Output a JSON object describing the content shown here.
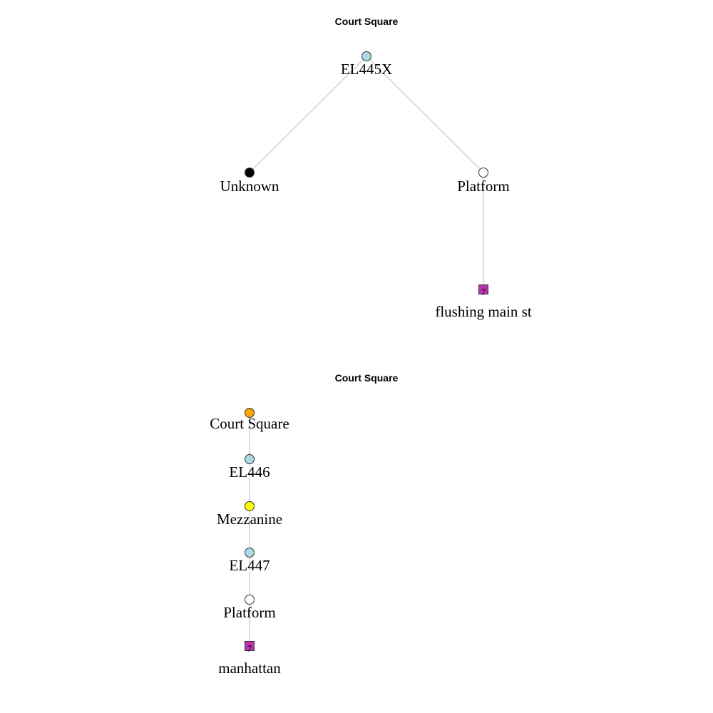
{
  "colors": {
    "elevator": "#add8e6",
    "unknown": "#000000",
    "platform": "#ffffff",
    "station": "#ffa500",
    "mezzanine": "#ffff00",
    "route_7": "#b933ad",
    "edge": "#c8c8c8"
  },
  "diagrams": [
    {
      "title": "Court Square",
      "nodes": [
        {
          "id": "EL445X",
          "label": "EL445X",
          "type": "elevator",
          "shape": "circle"
        },
        {
          "id": "Unknown",
          "label": "Unknown",
          "type": "unknown",
          "shape": "circle"
        },
        {
          "id": "Platform",
          "label": "Platform",
          "type": "platform",
          "shape": "circle"
        },
        {
          "id": "flushing",
          "label": "flushing main st",
          "type": "route_7",
          "shape": "square",
          "route": "7"
        }
      ],
      "edges": [
        [
          "EL445X",
          "Unknown"
        ],
        [
          "EL445X",
          "Platform"
        ],
        [
          "Platform",
          "flushing"
        ]
      ]
    },
    {
      "title": "Court Square",
      "nodes": [
        {
          "id": "CourtSquare",
          "label": "Court Square",
          "type": "station",
          "shape": "circle"
        },
        {
          "id": "EL446",
          "label": "EL446",
          "type": "elevator",
          "shape": "circle"
        },
        {
          "id": "Mezzanine",
          "label": "Mezzanine",
          "type": "mezzanine",
          "shape": "circle"
        },
        {
          "id": "EL447",
          "label": "EL447",
          "type": "elevator",
          "shape": "circle"
        },
        {
          "id": "Platform2",
          "label": "Platform",
          "type": "platform",
          "shape": "circle"
        },
        {
          "id": "manhattan",
          "label": "manhattan",
          "type": "route_7",
          "shape": "square",
          "route": "7"
        }
      ],
      "edges": [
        [
          "CourtSquare",
          "EL446"
        ],
        [
          "EL446",
          "Mezzanine"
        ],
        [
          "Mezzanine",
          "EL447"
        ],
        [
          "EL447",
          "Platform2"
        ],
        [
          "Platform2",
          "manhattan"
        ]
      ]
    }
  ]
}
